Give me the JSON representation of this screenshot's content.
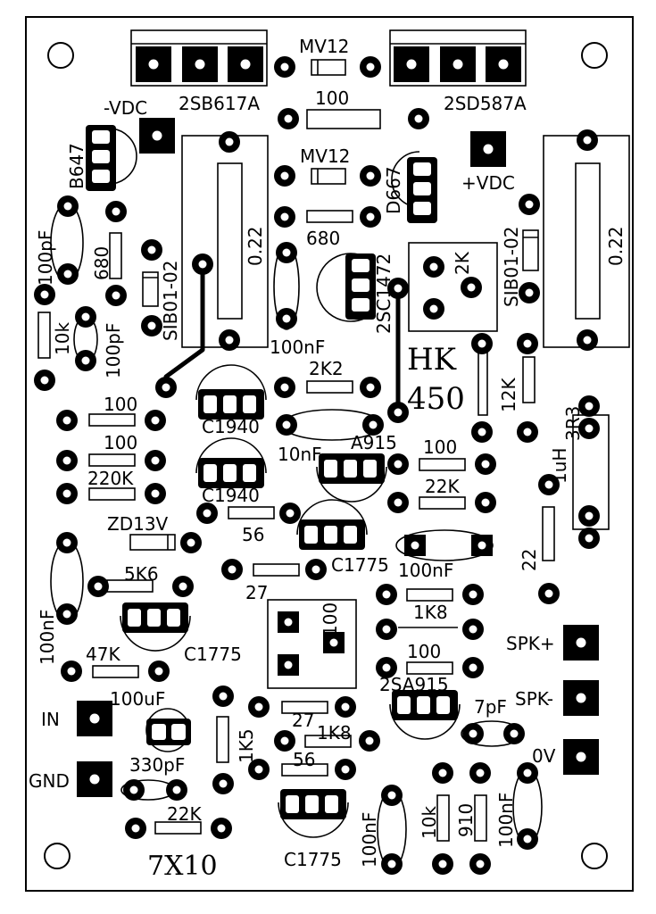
{
  "labels": {
    "mv12_top": "MV12",
    "t_2sb617a": "2SB617A",
    "t_2sd587a": "2SD587A",
    "r100_top": "100",
    "neg_vdc": "-VDC",
    "pos_vdc": "+VDC",
    "mv12_mid": "MV12",
    "b647": "B647",
    "d667": "D667",
    "c100pf_a": "100pF",
    "r680_a": "680",
    "sib_left": "SIB01-02",
    "r022_left": "0.22",
    "r680_b": "680",
    "c1472": "2SC1472",
    "trim2k": "2K",
    "sib_right": "SIB01-02",
    "r022_right": "0.22",
    "r10k_a": "10k",
    "c100pf_b": "100pF",
    "c100nf_a": "100nF",
    "hk": "HK",
    "n450": "450",
    "r2k2": "2K2",
    "r12k": "12K",
    "r3r3": "3R3",
    "r100_a": "100",
    "c1940_a": "C1940",
    "r100_b": "100",
    "c10nf": "10nF",
    "a915": "A915",
    "r100_c": "100",
    "l1uh": "1uH",
    "r220k": "220K",
    "c1940_b": "C1940",
    "r22k_a": "22K",
    "zd13v": "ZD13V",
    "r56_a": "56",
    "r22": "22",
    "c1775_a": "C1775",
    "c100nf_b": "100nF",
    "r5k6": "5K6",
    "r27_a": "27",
    "r1k8_a": "1K8",
    "c100nf_c": "100nF",
    "trim100": "100",
    "spk_plus": "SPK+",
    "r47k": "47K",
    "c1775_b": "C1775",
    "r100_d": "100",
    "c100uf": "100uF",
    "a915_b": "2SA915",
    "c7pf": "7pF",
    "spk_minus": "SPK-",
    "in": "IN",
    "r27_b": "27",
    "r1k8_b": "1K8",
    "r1k5": "1K5",
    "zero_v": "0V",
    "c330pf": "330pF",
    "r56_b": "56",
    "gnd": "GND",
    "r22k_b": "22K",
    "c100nf_d": "100nF",
    "r10k_b": "10k",
    "r910": "910",
    "c100nf_e": "100nF",
    "c1775_c": "C1775",
    "size": "7X10"
  }
}
